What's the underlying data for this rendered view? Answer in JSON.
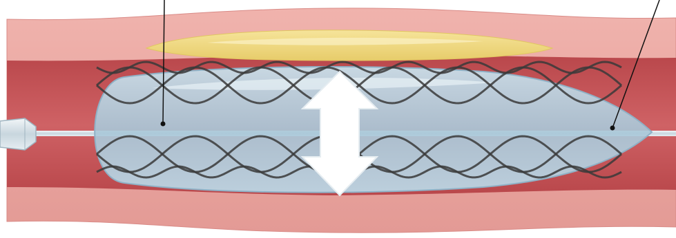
{
  "diagram": {
    "colors": {
      "background": "#ffffff",
      "vessel_wall": "#e9a49e",
      "vessel_wall_edge": "#d98a86",
      "vessel_lumen": "#c95a5c",
      "vessel_lumen_dark": "#b8484b",
      "plaque": "#efd979",
      "plaque_highlight": "#f7ec b0",
      "balloon": "#b9d4e2",
      "balloon_edge": "#8fb1c6",
      "stent": "#3a3a3a",
      "catheter": "#d9e5ec",
      "arrow": "#ffffff",
      "leader_line": "#111111"
    },
    "icons": {
      "expansion_arrow": "double-arrow-vertical",
      "catheter_tip": "catheter-tip"
    }
  }
}
